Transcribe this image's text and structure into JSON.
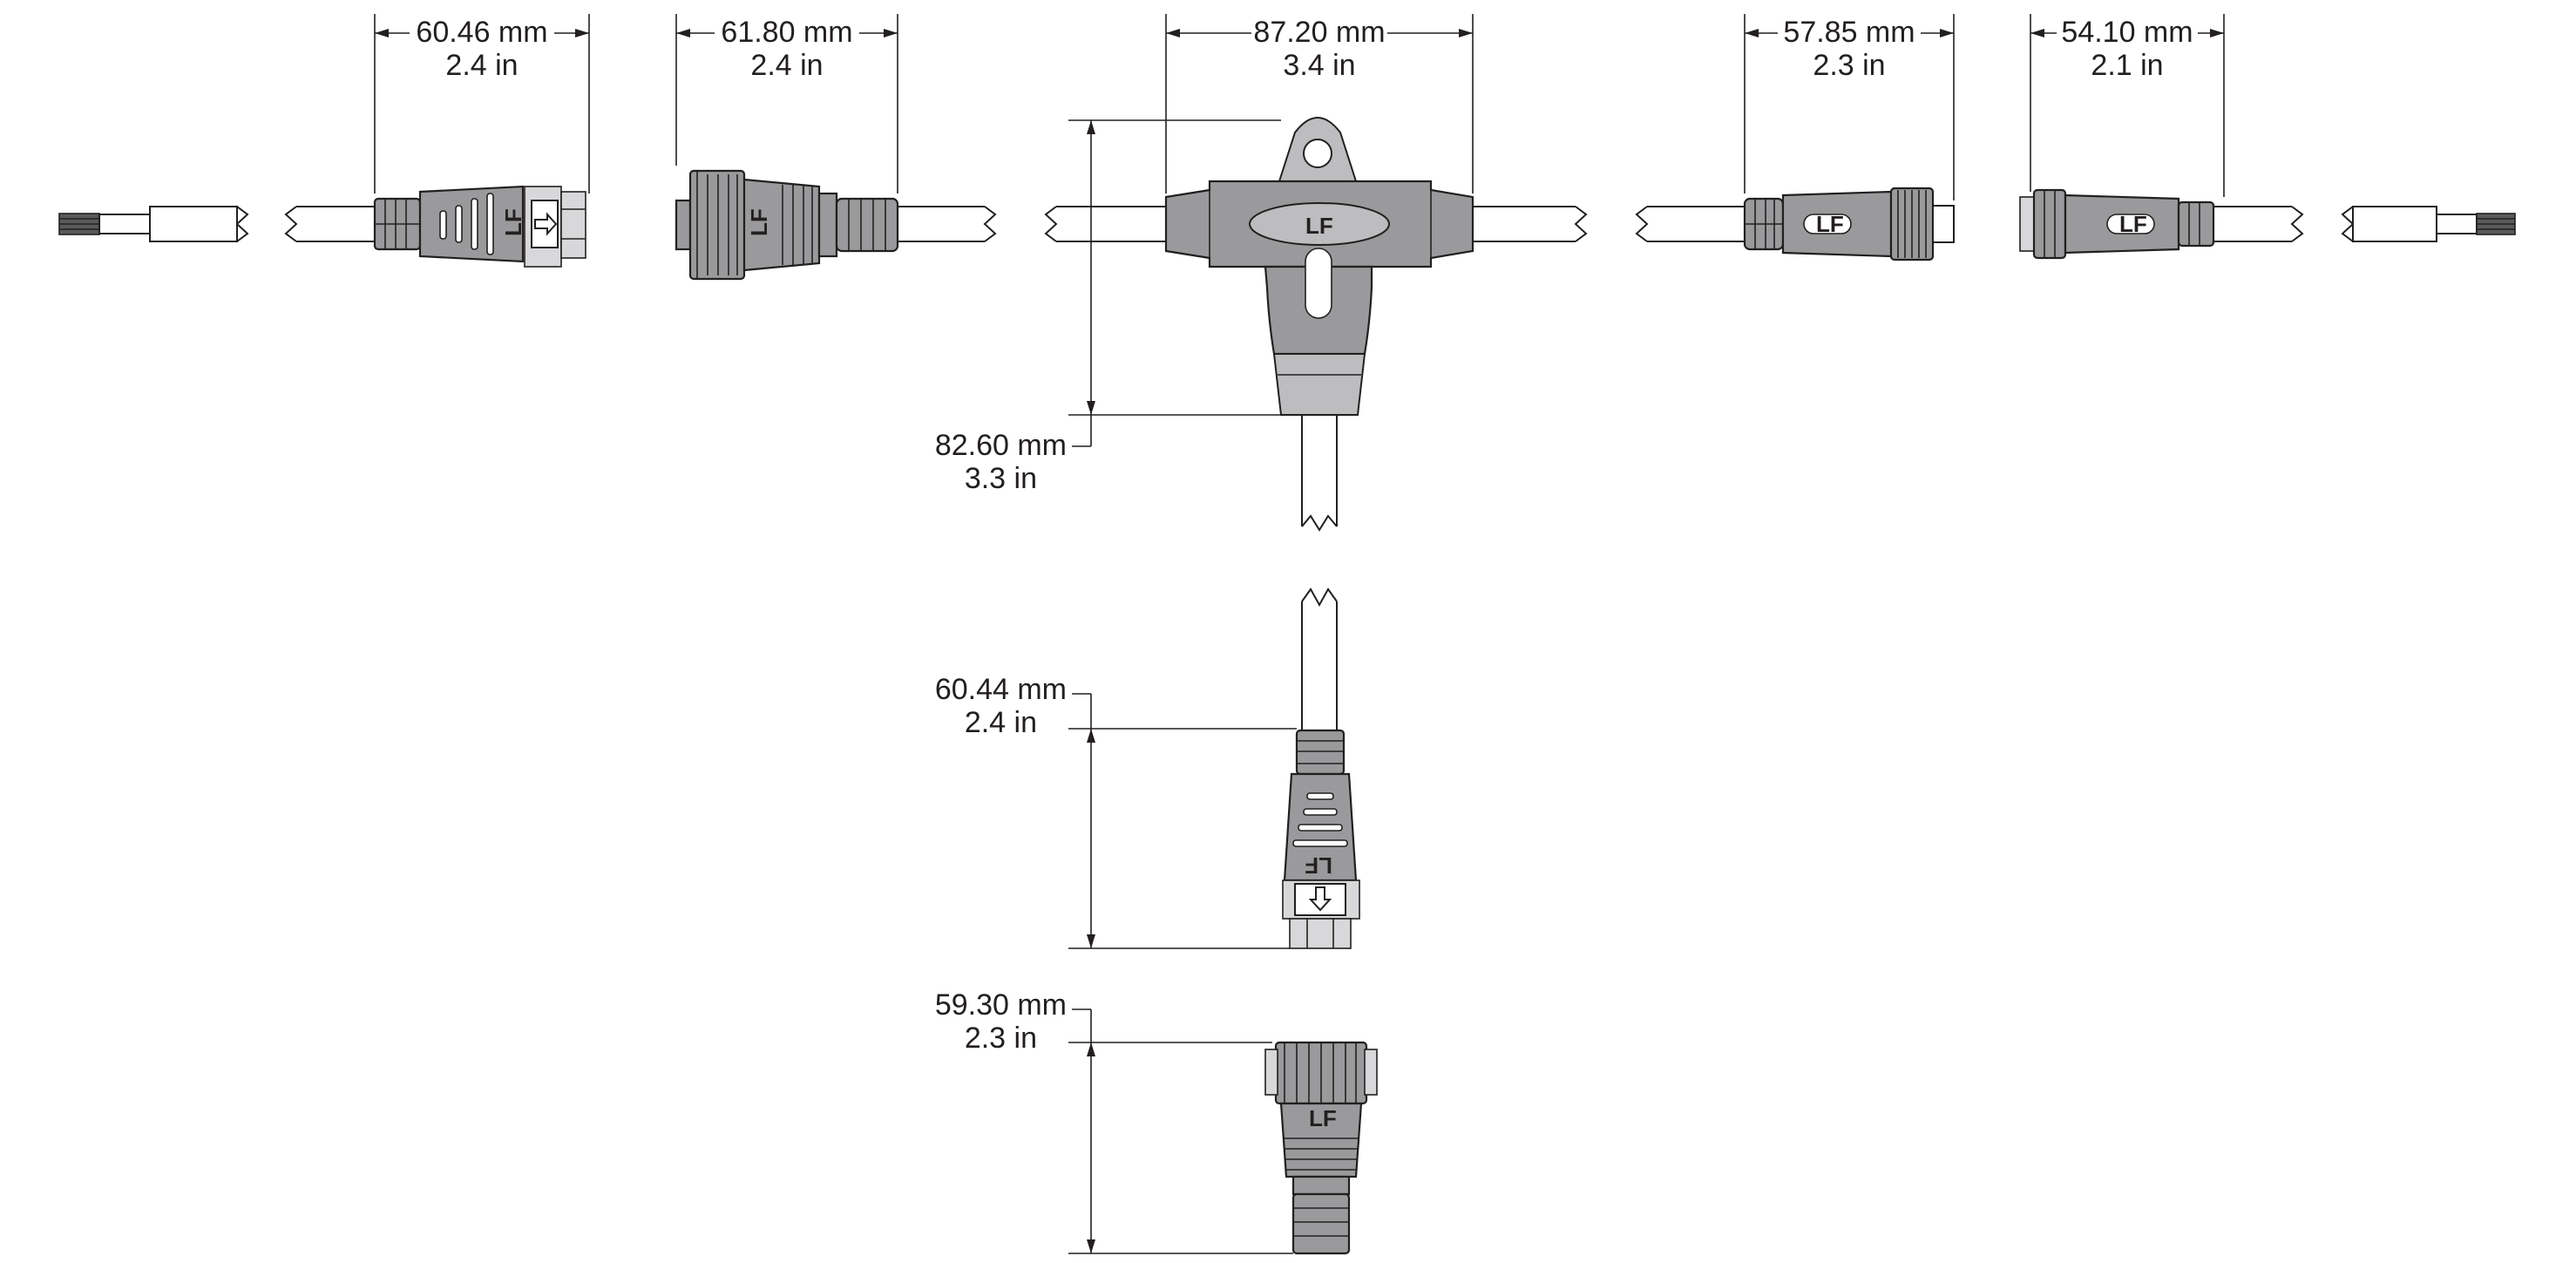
{
  "dimensions": {
    "c1": {
      "mm": "60.46 mm",
      "in": "2.4 in"
    },
    "c2": {
      "mm": "61.80 mm",
      "in": "2.4 in"
    },
    "tee_w": {
      "mm": "87.20 mm",
      "in": "3.4 in"
    },
    "c4": {
      "mm": "57.85 mm",
      "in": "2.3 in"
    },
    "c5": {
      "mm": "54.10 mm",
      "in": "2.1 in"
    },
    "tee_h": {
      "mm": "82.60 mm",
      "in": "3.3 in"
    },
    "v1": {
      "mm": "60.44 mm",
      "in": "2.4 in"
    },
    "v2": {
      "mm": "59.30 mm",
      "in": "2.3 in"
    }
  },
  "logo": "LF",
  "colors": {
    "line": "#231f20",
    "body": "#9a9a9c",
    "background": "#ffffff"
  }
}
